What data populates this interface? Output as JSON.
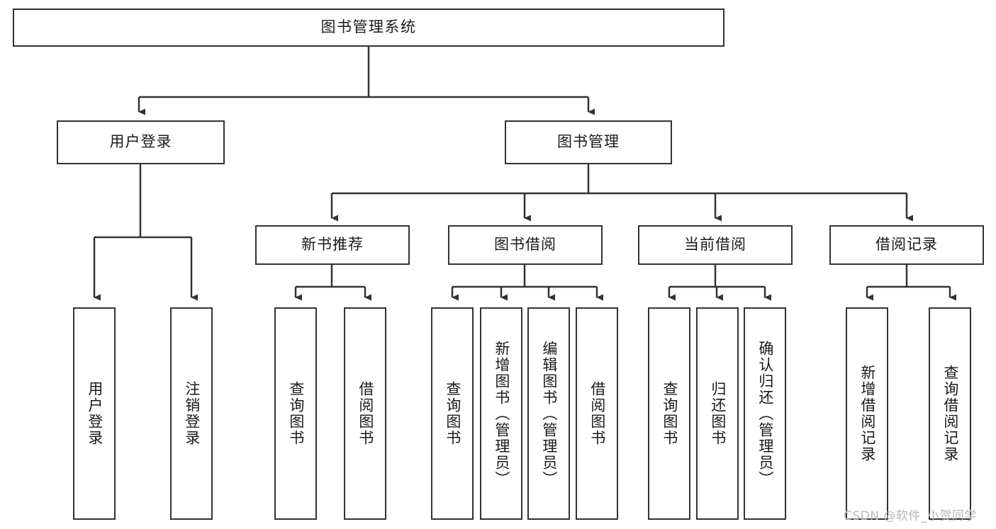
{
  "diagram": {
    "title": "图书管理系统",
    "type": "tree-hierarchy",
    "orientation": "top-down",
    "root": {
      "id": "root",
      "label": "图书管理系统"
    },
    "level2": [
      {
        "id": "user-login",
        "label": "用户登录"
      },
      {
        "id": "book-management",
        "label": "图书管理"
      }
    ],
    "level3": [
      {
        "id": "new-book-recommend",
        "label": "新书推荐",
        "parent": "book-management"
      },
      {
        "id": "book-borrow",
        "label": "图书借阅",
        "parent": "book-management"
      },
      {
        "id": "current-borrow",
        "label": "当前借阅",
        "parent": "book-management"
      },
      {
        "id": "borrow-record",
        "label": "借阅记录",
        "parent": "book-management"
      }
    ],
    "leaves": {
      "user-login": [
        {
          "id": "leaf-user-login",
          "label": "用户登录"
        },
        {
          "id": "leaf-user-logout",
          "label": "注销登录"
        }
      ],
      "new-book-recommend": [
        {
          "id": "leaf-query-book-1",
          "label": "查询图书"
        },
        {
          "id": "leaf-borrow-book-1",
          "label": "借阅图书"
        }
      ],
      "book-borrow": [
        {
          "id": "leaf-query-book-2",
          "label": "查询图书"
        },
        {
          "id": "leaf-add-book",
          "label": "新增图书（管理员）"
        },
        {
          "id": "leaf-edit-book",
          "label": "编辑图书（管理员）"
        },
        {
          "id": "leaf-borrow-book-2",
          "label": "借阅图书"
        }
      ],
      "current-borrow": [
        {
          "id": "leaf-query-book-3",
          "label": "查询图书"
        },
        {
          "id": "leaf-return-book",
          "label": "归还图书"
        },
        {
          "id": "leaf-confirm-return",
          "label": "确认归还（管理员）"
        }
      ],
      "borrow-record": [
        {
          "id": "leaf-add-record",
          "label": "新增借阅记录"
        },
        {
          "id": "leaf-query-record",
          "label": "查询借阅记录"
        }
      ]
    }
  },
  "watermark": {
    "text": "CSDN @软件_小贺同学"
  },
  "colors": {
    "stroke": "#333333",
    "fill": "#ffffff",
    "text": "#1a1a1a",
    "watermark": "#b9b9b9"
  }
}
